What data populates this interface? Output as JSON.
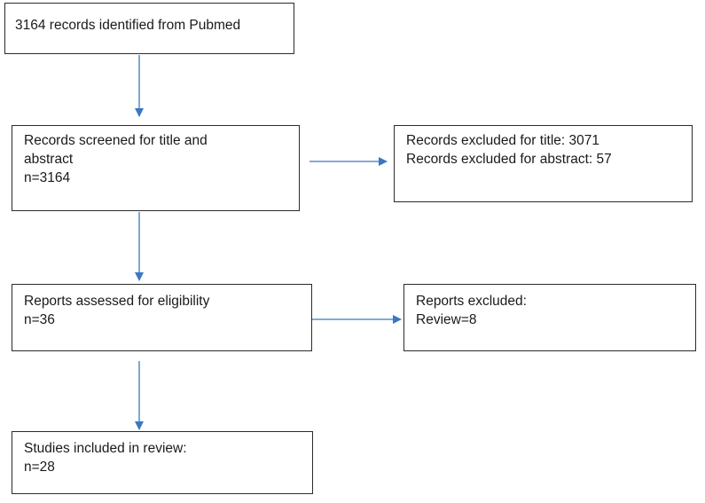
{
  "flowchart": {
    "identified": {
      "lines": [
        "3164 records identified from Pubmed"
      ]
    },
    "screened": {
      "lines": [
        "Records screened for title and",
        "abstract",
        "n=3164"
      ]
    },
    "excluded_screening": {
      "lines": [
        "Records excluded for title: 3071",
        "Records excluded for abstract: 57"
      ]
    },
    "assessed": {
      "lines": [
        "Reports assessed for eligibility",
        "n=36"
      ]
    },
    "excluded_reports": {
      "lines": [
        "Reports excluded:",
        "Review=8"
      ]
    },
    "included": {
      "lines": [
        "Studies included in review:",
        "n=28"
      ]
    }
  },
  "colors": {
    "arrow": "#3a78c2",
    "box_border": "#2b2b2b"
  }
}
